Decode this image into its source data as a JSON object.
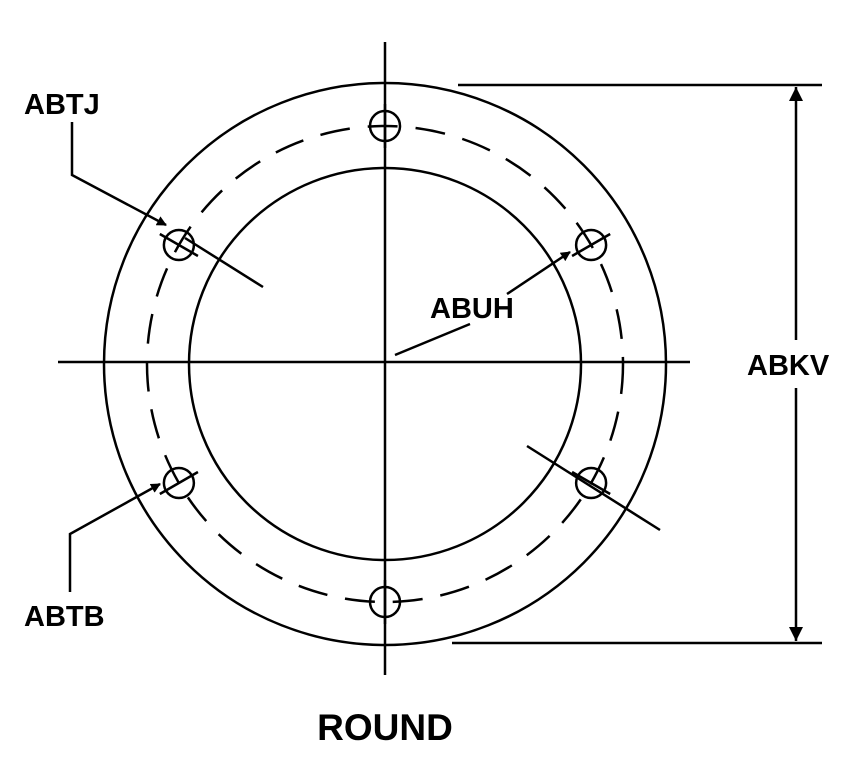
{
  "labels": {
    "abtj": "ABTJ",
    "abuh": "ABUH",
    "abkv": "ABKV",
    "abtb": "ABTB",
    "caption": "ROUND"
  },
  "bolt_hole_count": 6
}
